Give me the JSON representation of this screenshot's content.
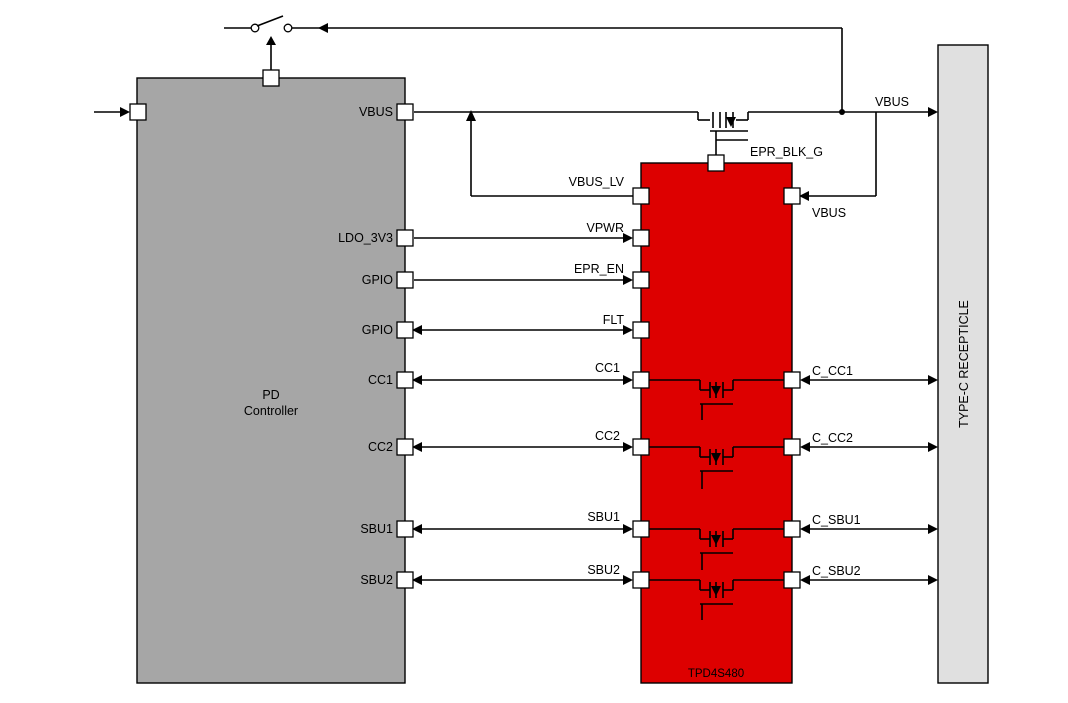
{
  "blocks": {
    "pd_controller": {
      "line1": "PD",
      "line2": "Controller"
    },
    "tpd": {
      "label": "TPD4S480"
    },
    "receptacle": {
      "label": "TYPE-C RECEPTICLE"
    }
  },
  "pd_pins": {
    "vbus": "VBUS",
    "ldo": "LDO_3V3",
    "gpio1": "GPIO",
    "gpio2": "GPIO",
    "cc1": "CC1",
    "cc2": "CC2",
    "sbu1": "SBU1",
    "sbu2": "SBU2"
  },
  "tpd_left_pins": {
    "vbus_lv": "VBUS_LV",
    "vpwr": "VPWR",
    "epr_en": "EPR_EN",
    "flt": "FLT",
    "cc1": "CC1",
    "cc2": "CC2",
    "sbu1": "SBU1",
    "sbu2": "SBU2"
  },
  "tpd_right_pins": {
    "vbus": "VBUS",
    "c_cc1": "C_CC1",
    "c_cc2": "C_CC2",
    "c_sbu1": "C_SBU1",
    "c_sbu2": "C_SBU2"
  },
  "top": {
    "epr_blk_g": "EPR_BLK_G",
    "vbus_line": "VBUS"
  },
  "colors": {
    "pd_fill": "#a6a6a6",
    "tpd_fill": "#dd0000",
    "receptacle_fill": "#e0e0e0"
  }
}
